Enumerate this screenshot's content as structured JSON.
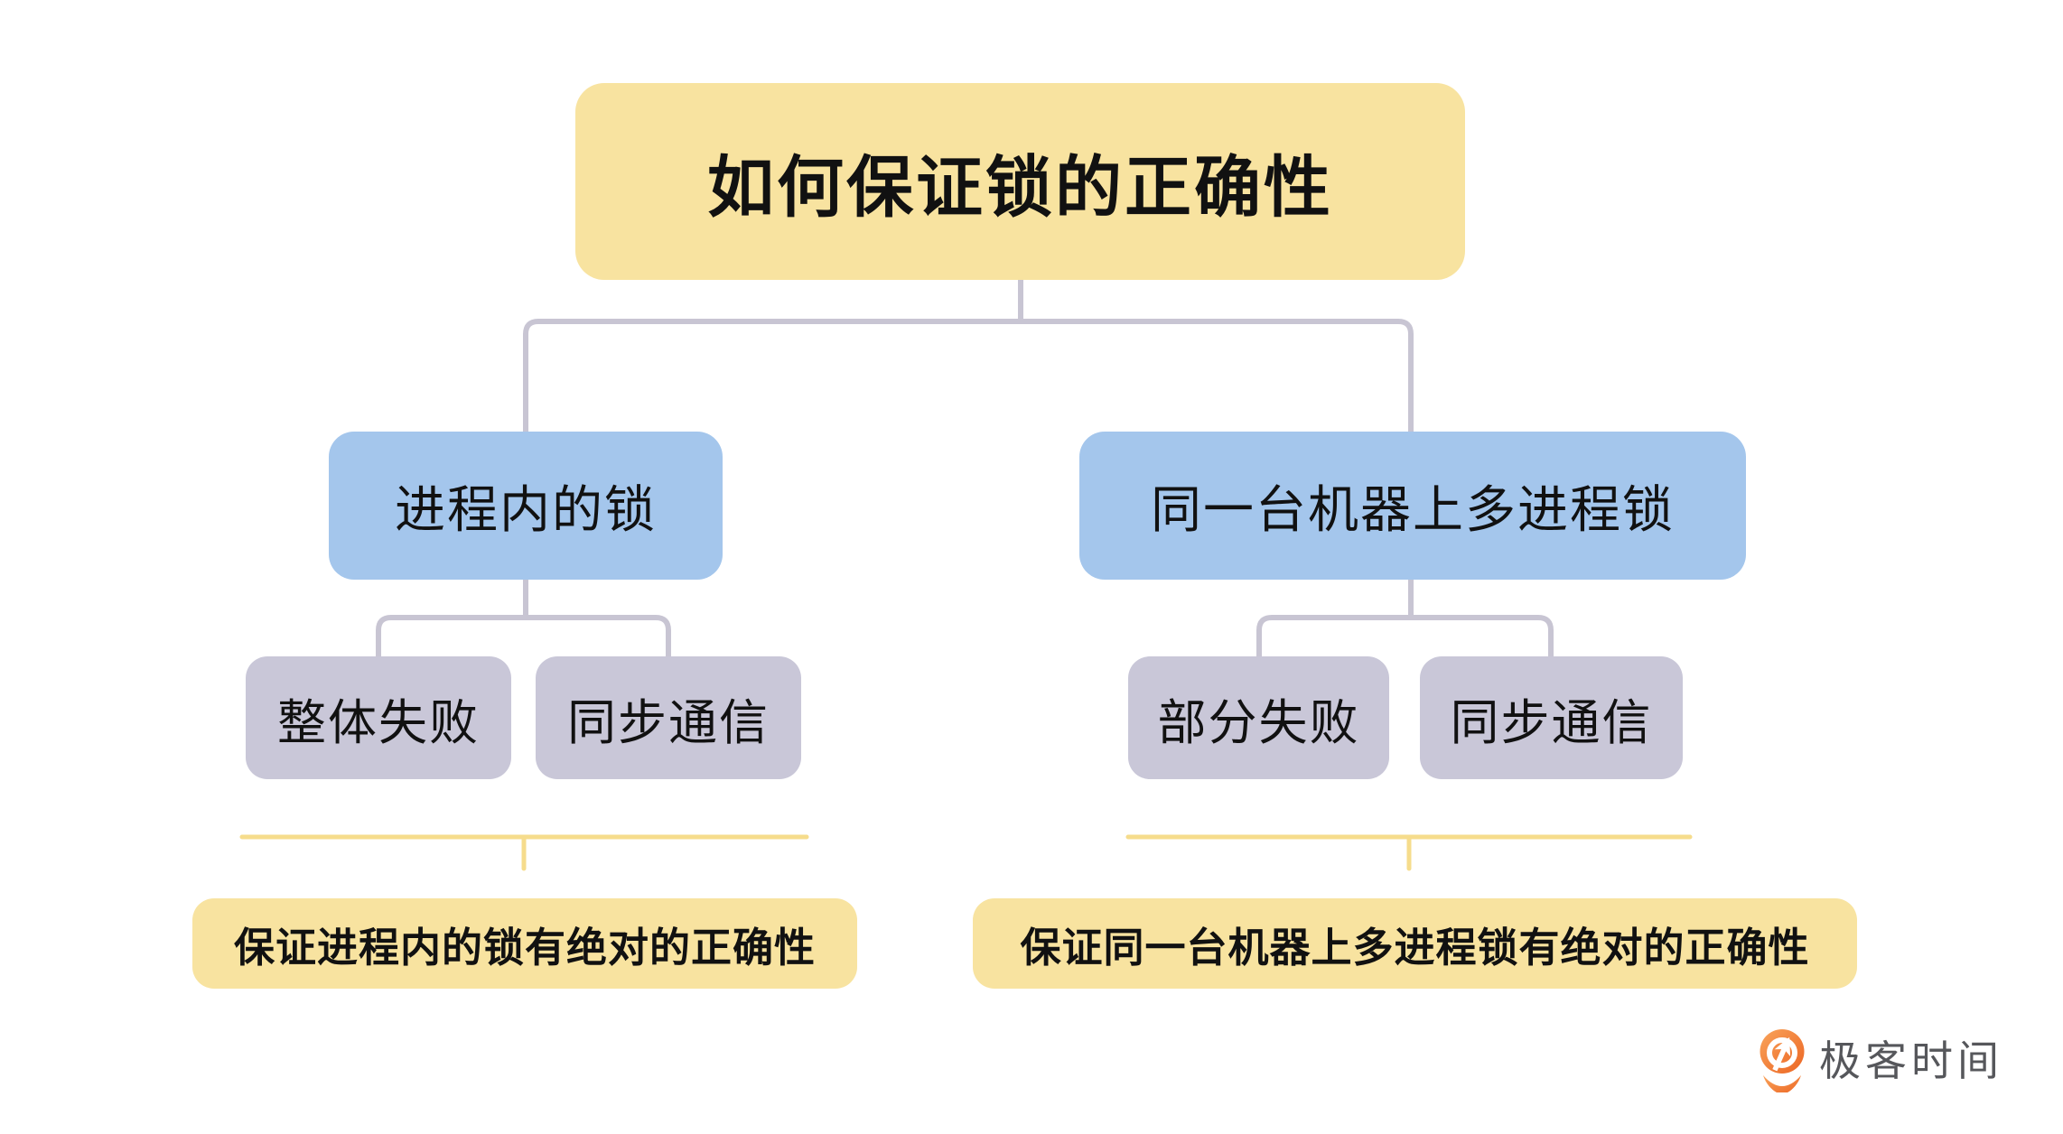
{
  "colors": {
    "bg": "#ffffff",
    "node-yellow": "#F8E3A0",
    "node-blue": "#A4C6EC",
    "node-gray": "#C9C7D8",
    "connector": "#C8C5D3",
    "bracket-yellow": "#F6DC8C",
    "text": "#111111",
    "logo-orange-light": "#F9A45B",
    "logo-orange-dark": "#EC6523",
    "logo-text": "#56575B"
  },
  "diagram": {
    "root": {
      "label": "如何保证锁的正确性"
    },
    "branches": [
      {
        "label": "进程内的锁",
        "children": [
          {
            "label": "整体失败"
          },
          {
            "label": "同步通信"
          }
        ],
        "note": "保证进程内的锁有绝对的正确性"
      },
      {
        "label": "同一台机器上多进程锁",
        "children": [
          {
            "label": "部分失败"
          },
          {
            "label": "同步通信"
          }
        ],
        "note": "保证同一台机器上多进程锁有绝对的正确性"
      }
    ]
  },
  "branding": {
    "name": "极客时间",
    "icon": "geektime-logo-icon"
  }
}
